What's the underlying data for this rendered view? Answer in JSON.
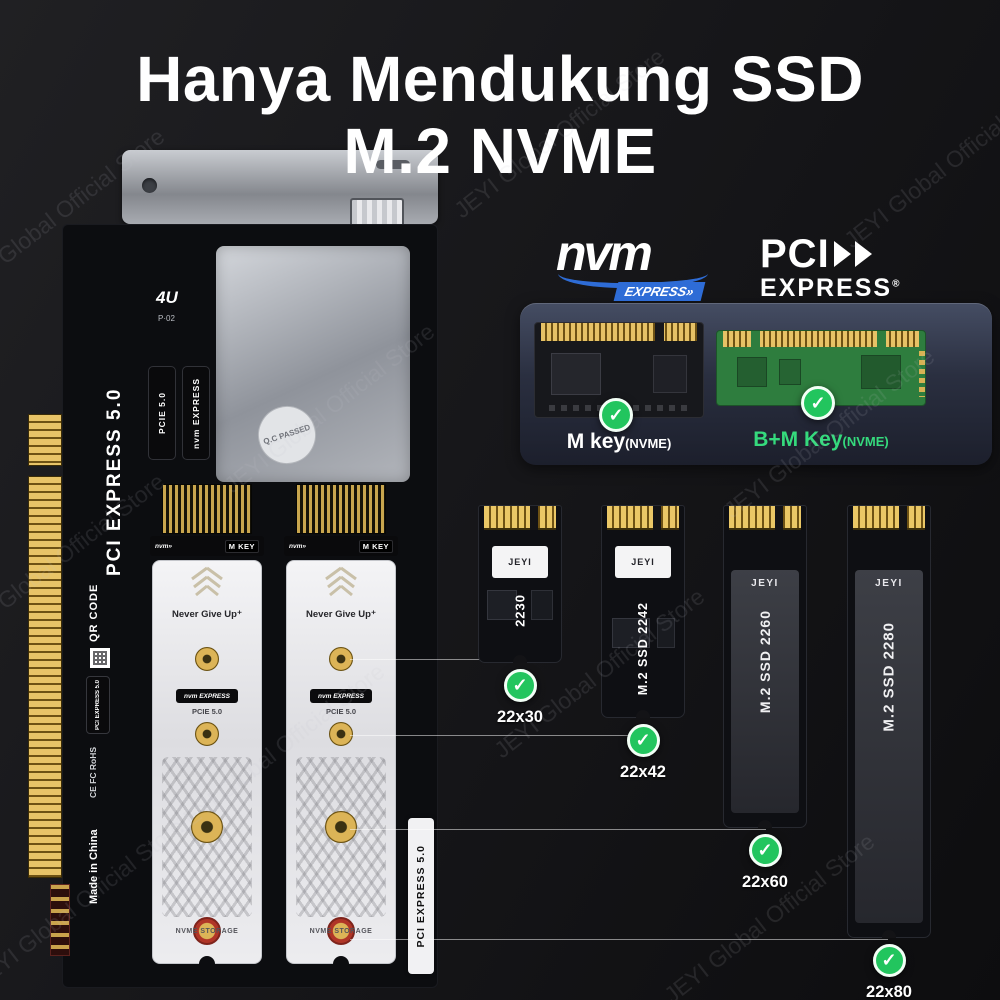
{
  "watermark": "JEYI Global Official Store",
  "title": {
    "line1": "Hanya Mendukung SSD",
    "line2": "M.2 NVME"
  },
  "logos": {
    "nvme": {
      "main": "nvm",
      "sub": "EXPRESS",
      "arrow": "»"
    },
    "pcie": {
      "main": "PCI",
      "sub": "EXPRESS",
      "reg": "®"
    }
  },
  "key_panel": {
    "m_key": {
      "label": "M key",
      "suffix": "(NVME)"
    },
    "bm_key": {
      "label": "B+M Key",
      "suffix": "(NVME)"
    }
  },
  "card": {
    "side_text": "PCI EXPRESS 5.0",
    "pcie_badge": "PCIE 5.0",
    "nvm_badge": "nvm EXPRESS",
    "logo_mark": "4U",
    "model_mark": "P·02",
    "qc_sticker": "Q.C PASSED",
    "qr_label": "QR CODE",
    "left_badge": "PCI EXPRESS 5.0",
    "cert_marks": "CE FC RoHS",
    "made_in": "Made in China",
    "right_badge": "PCI EXPRESS 5.0",
    "socket_nvm": "nvm»",
    "m_key_tab": "M KEY",
    "ssd_slogan": "Never Give Up⁺",
    "heatsink_badge": "nvm EXPRESS",
    "heatsink_pci": "PCIE 5.0",
    "storage_text": "NVME STORAGE"
  },
  "ssds": [
    {
      "brand": "JEYI",
      "name": "2230",
      "size_label": "22x30"
    },
    {
      "brand": "JEYI",
      "name": "M.2 SSD 2242",
      "size_label": "22x42"
    },
    {
      "brand": "JEYI",
      "name": "M.2 SSD 2260",
      "size_label": "22x60"
    },
    {
      "brand": "JEYI",
      "name": "M.2 SSD 2280",
      "size_label": "22x80"
    }
  ],
  "icons": {
    "check": "✓"
  },
  "colors": {
    "check_green": "#22c55e",
    "key_green": "#35da7d",
    "nvme_blue": "#2e6cd6",
    "gold": "#d9b45a"
  }
}
